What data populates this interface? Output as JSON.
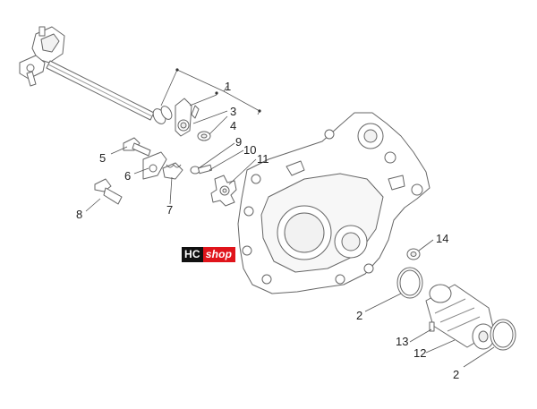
{
  "logo": {
    "part1": "HC",
    "part2": "shop",
    "color_dark": "#111111",
    "color_red": "#e0141b"
  },
  "callouts": [
    {
      "id": "1",
      "label": "1"
    },
    {
      "id": "2a",
      "label": "2"
    },
    {
      "id": "2b",
      "label": "2"
    },
    {
      "id": "3",
      "label": "3"
    },
    {
      "id": "4",
      "label": "4"
    },
    {
      "id": "5",
      "label": "5"
    },
    {
      "id": "6",
      "label": "6"
    },
    {
      "id": "7",
      "label": "7"
    },
    {
      "id": "8",
      "label": "8"
    },
    {
      "id": "9",
      "label": "9"
    },
    {
      "id": "10",
      "label": "10"
    },
    {
      "id": "11",
      "label": "11"
    },
    {
      "id": "12",
      "label": "12"
    },
    {
      "id": "13",
      "label": "13"
    },
    {
      "id": "14",
      "label": "14"
    }
  ],
  "colors": {
    "line": "#555555",
    "part_fill": "#ffffff",
    "part_stroke": "#666666"
  }
}
